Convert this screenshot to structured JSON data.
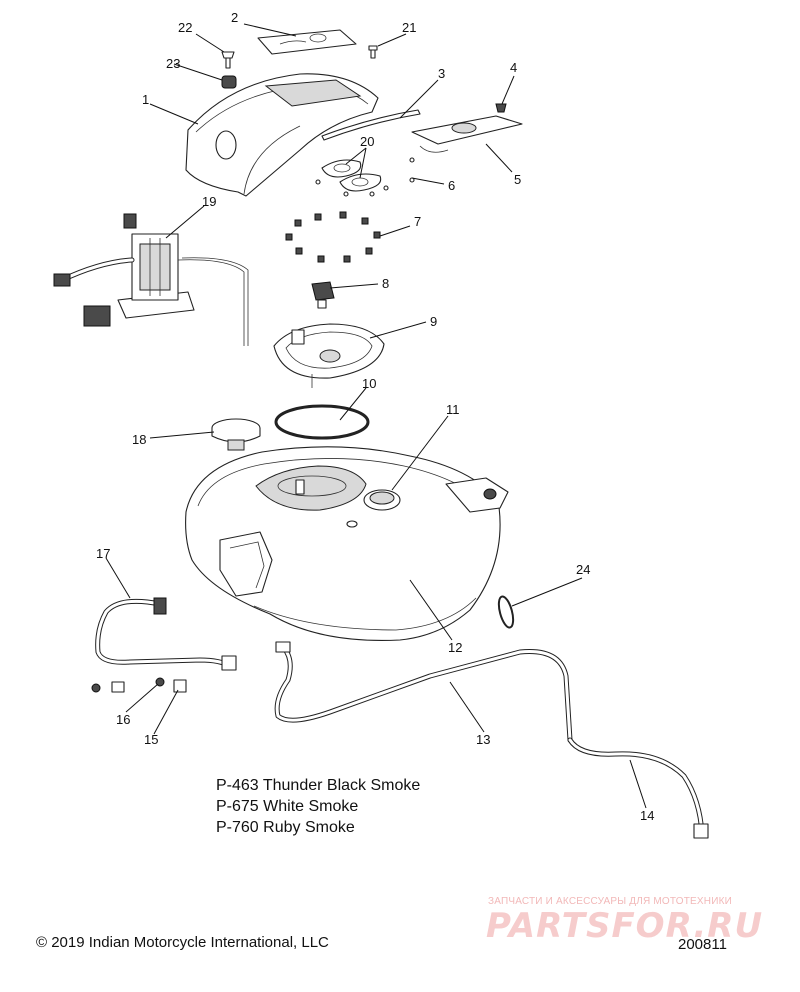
{
  "callouts": [
    "1",
    "2",
    "3",
    "4",
    "5",
    "6",
    "7",
    "8",
    "9",
    "10",
    "11",
    "12",
    "13",
    "14",
    "15",
    "16",
    "17",
    "18",
    "19",
    "20",
    "21",
    "22",
    "23",
    "24"
  ],
  "paint_options": [
    "P-463 Thunder Black Smoke",
    "P-675 White Smoke",
    "P-760 Ruby Smoke"
  ],
  "copyright": "© 2019 Indian Motorcycle International, LLC",
  "diagram_id": "200811",
  "watermark": {
    "tagline": "ЗАПЧАСТИ И АКСЕССУАРЫ ДЛЯ МОТОТЕХНИКИ",
    "logo": "PARTSFOR.RU"
  },
  "colors": {
    "line": "#222222",
    "watermark": "#f6cccc"
  }
}
